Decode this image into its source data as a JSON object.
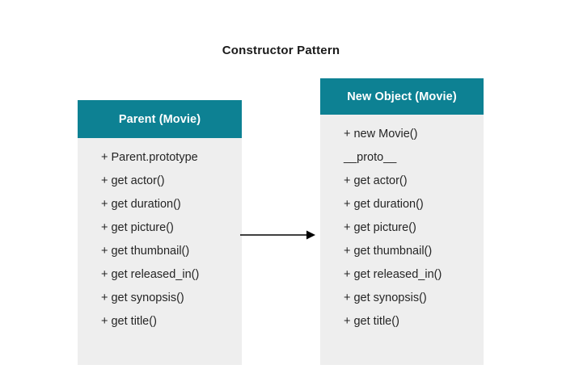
{
  "diagram": {
    "title": "Constructor Pattern",
    "colors": {
      "header_teal": "#0d8193",
      "body_gray": "#eeeeee",
      "header_text": "#ffffff",
      "body_text": "#252525",
      "arrow": "#000000",
      "title_text": "#1a1a1a",
      "canvas": "#ffffff"
    },
    "boxes": [
      {
        "id": "parent",
        "header": "Parent (Movie)",
        "items": [
          "+ Parent.prototype",
          "+ get actor()",
          "+ get duration()",
          "+ get picture()",
          "+ get thumbnail()",
          "+ get released_in()",
          "+ get synopsis()",
          "+ get title()"
        ]
      },
      {
        "id": "new-object",
        "header": "New Object (Movie)",
        "items": [
          "+ new Movie()",
          "__proto__",
          "+ get actor()",
          "+ get duration()",
          "+ get picture()",
          "+ get thumbnail()",
          "+ get released_in()",
          "+ get synopsis()",
          "+ get title()"
        ]
      }
    ],
    "arrow": {
      "name": "inheritance-arrow",
      "from": "parent",
      "to": "new-object",
      "label": ""
    }
  }
}
